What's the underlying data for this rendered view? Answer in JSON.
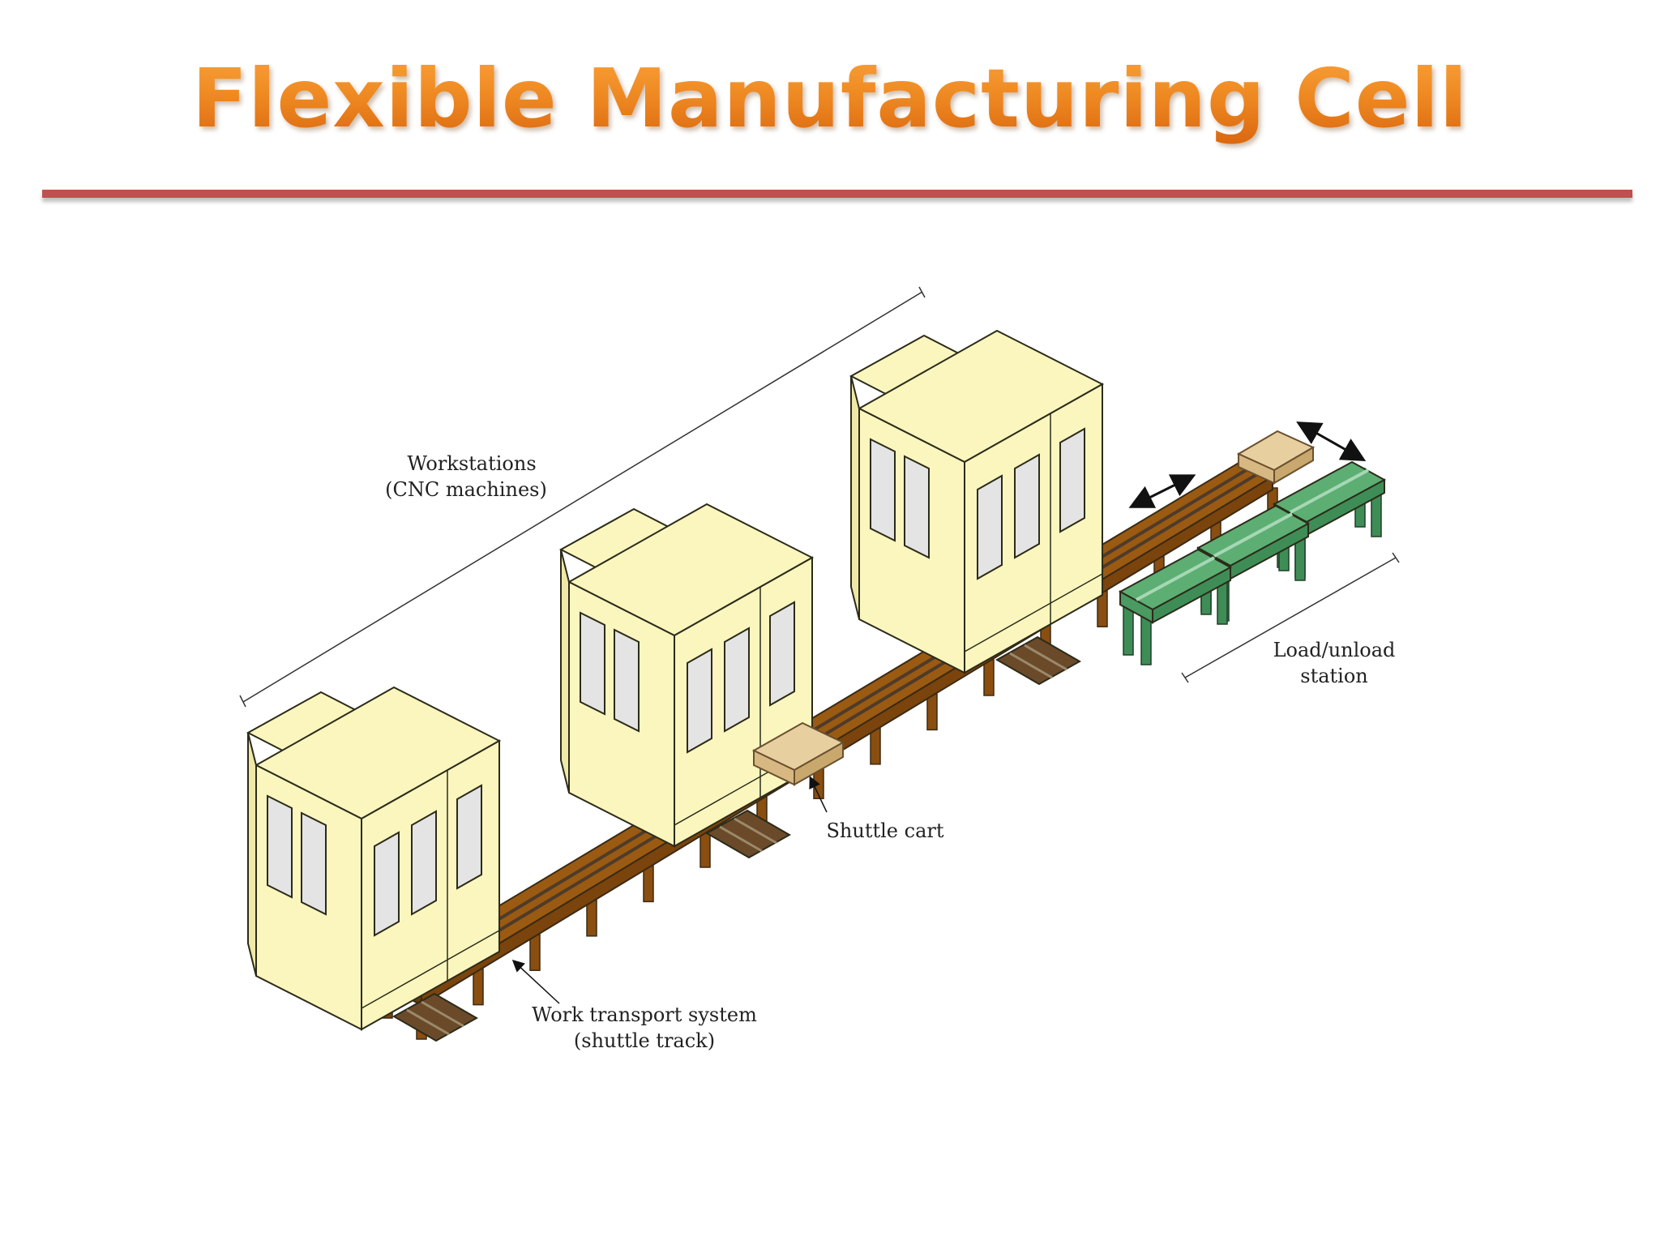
{
  "slide": {
    "title": "Flexible Manufacturing Cell"
  },
  "diagram": {
    "labels": {
      "workstations_line1": "Workstations",
      "workstations_line2": "(CNC machines)",
      "load_unload_line1": "Load/unload",
      "load_unload_line2": "station",
      "shuttle_cart": "Shuttle cart",
      "transport_line1": "Work transport system",
      "transport_line2": "(shuttle track)"
    },
    "colors": {
      "machine_body": "#FBF6BE",
      "machine_window": "#E4E4E4",
      "track": "#9A5A12",
      "track_groove": "#4E3B2A",
      "cart": "#E8CFA0",
      "station": "#5DAE73",
      "title_rule": "#C0504D"
    }
  }
}
